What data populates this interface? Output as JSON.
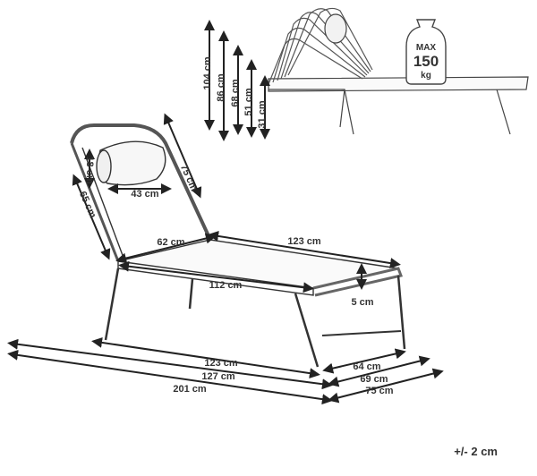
{
  "weight_badge": {
    "line1": "MAX",
    "line2": "150",
    "line3": "kg"
  },
  "height_positions": [
    "104 cm",
    "86 cm",
    "68 cm",
    "51 cm",
    "31 cm"
  ],
  "dimensions": {
    "backrest_height": "75 cm",
    "pillow_width": "43 cm",
    "pillow_depth": "18 cm",
    "backrest_length": "65 cm",
    "backrest_width": "62 cm",
    "seat_length": "123 cm",
    "mattress_length": "112 cm",
    "mattress_thickness": "5 cm",
    "frame_length": "123 cm",
    "inner_length": "127 cm",
    "total_length": "201 cm",
    "width_inner": "64 cm",
    "width_mid": "69 cm",
    "width_total": "75 cm"
  },
  "tolerance": "+/- 2 cm"
}
